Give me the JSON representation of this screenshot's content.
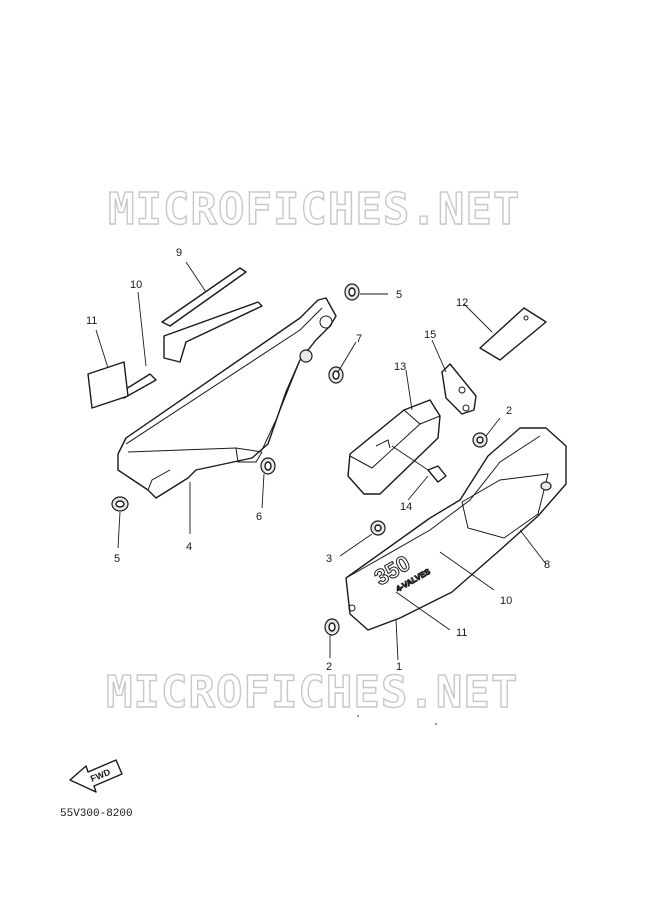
{
  "watermark": "MICROFICHES.NET",
  "part_code": "55V300-8200",
  "fwd_label": "FWD",
  "side_cover_model_text": "350",
  "side_cover_emblem_text": "4-VALVES",
  "callouts": {
    "c1": "1",
    "c2a": "2",
    "c2b": "2",
    "c3": "3",
    "c4": "4",
    "c5a": "5",
    "c5b": "5",
    "c6": "6",
    "c7": "7",
    "c8": "8",
    "c9": "9",
    "c10a": "10",
    "c10b": "10",
    "c11a": "11",
    "c11b": "11",
    "c12": "12",
    "c13": "13",
    "c14": "14",
    "c15": "15"
  }
}
